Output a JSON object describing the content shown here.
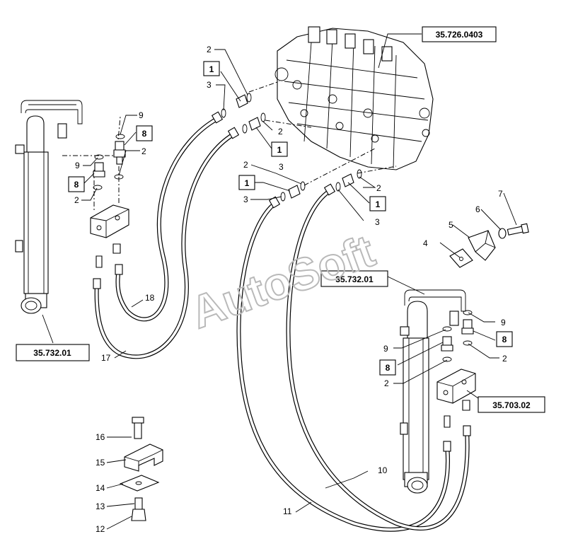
{
  "refs": {
    "valve": "35.726.0403",
    "cyl_left": "35.732.01",
    "cyl_right": "35.732.01",
    "block": "35.703.02"
  },
  "callouts": {
    "n1": "1",
    "n2": "2",
    "n3": "3",
    "n4": "4",
    "n5": "5",
    "n6": "6",
    "n7": "7",
    "n8": "8",
    "n9": "9",
    "n10": "10",
    "n11": "11",
    "n12": "12",
    "n13": "13",
    "n14": "14",
    "n15": "15",
    "n16": "16",
    "n17": "17",
    "n18": "18"
  },
  "watermark": "AutoSoft"
}
